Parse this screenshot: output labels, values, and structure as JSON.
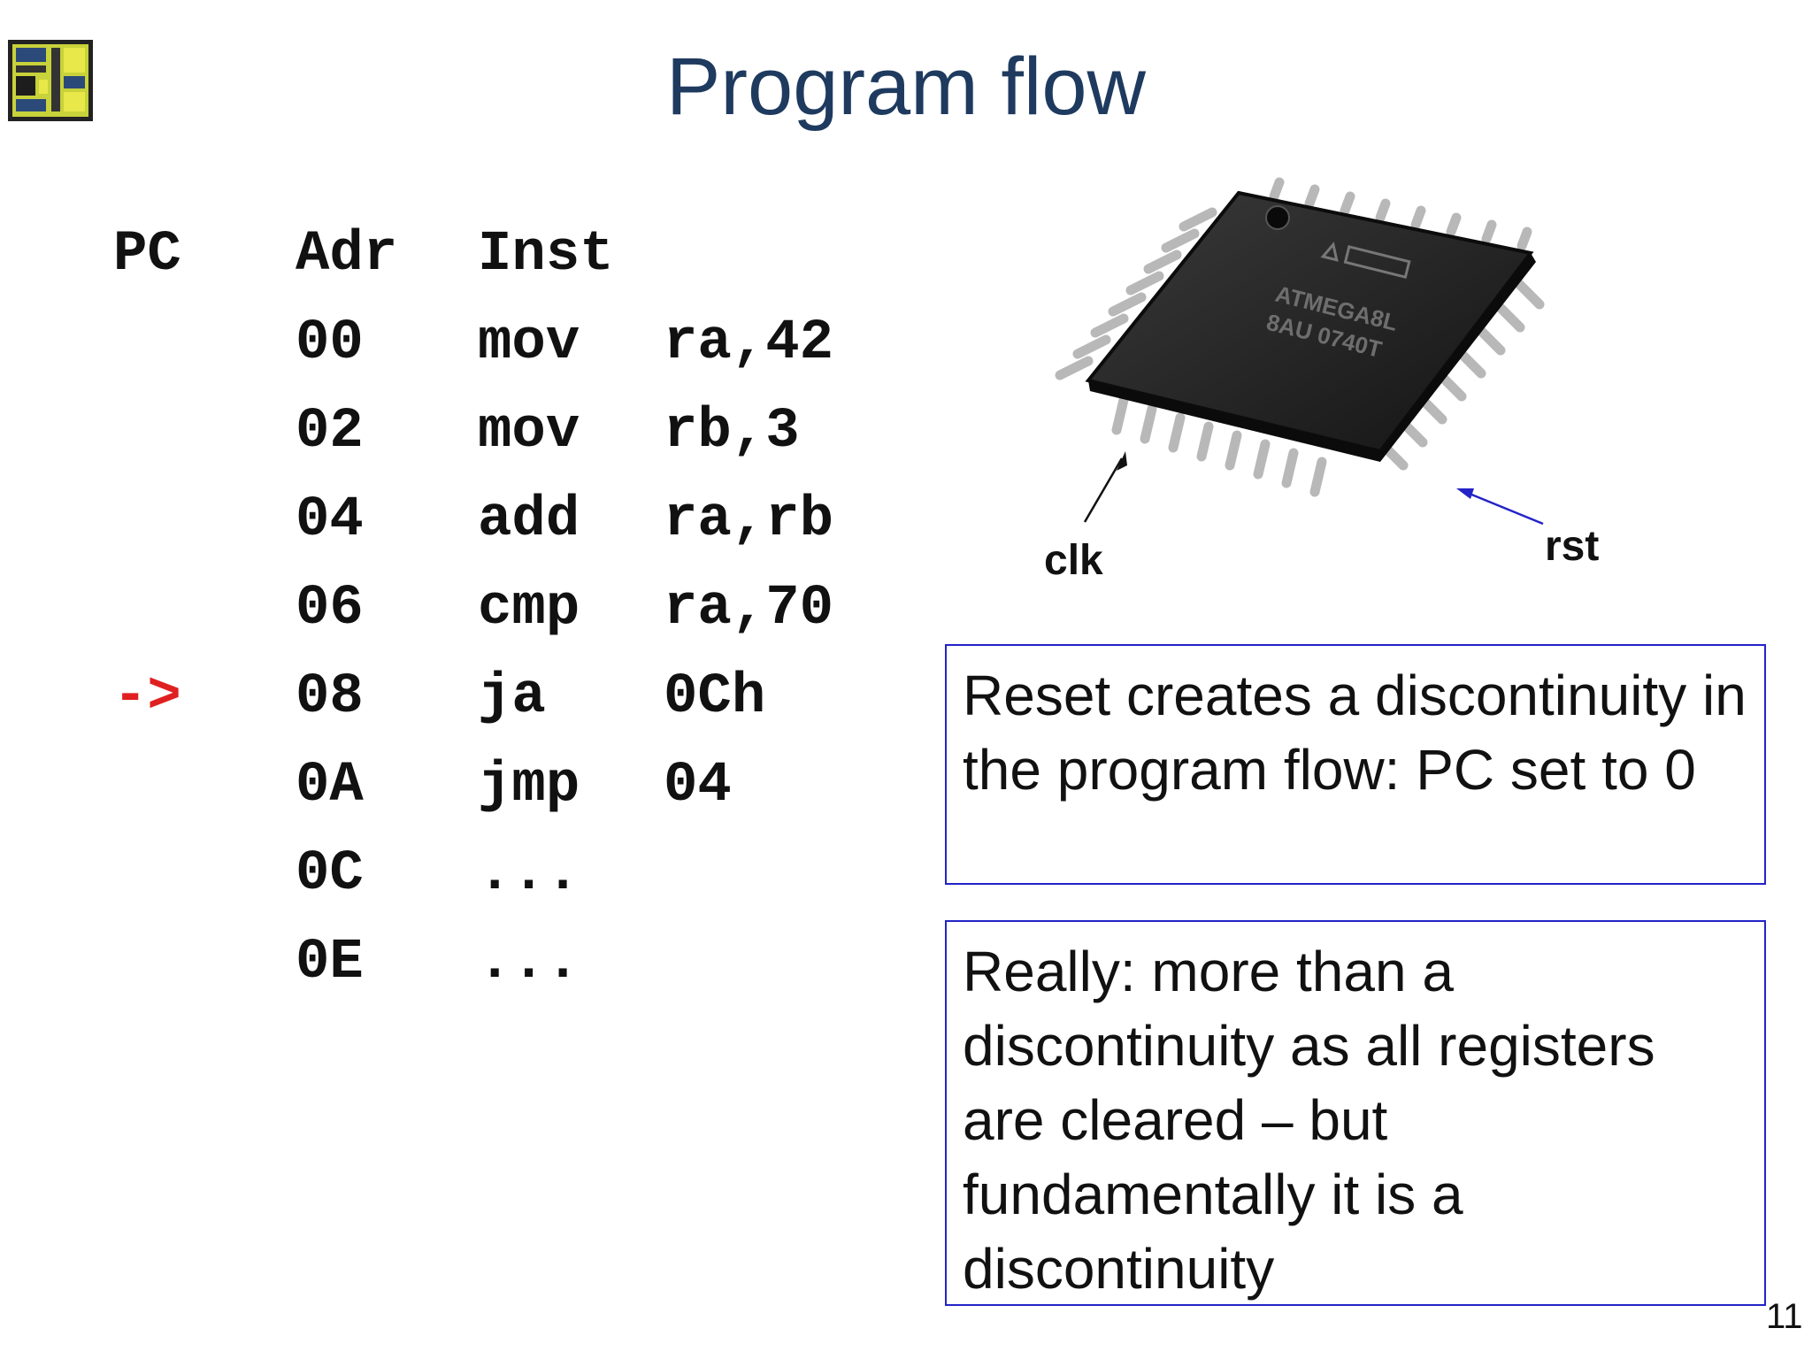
{
  "slide": {
    "title": "Program flow",
    "page_number": "11"
  },
  "program": {
    "headers": {
      "pc": "PC",
      "adr": "Adr",
      "inst": "Inst"
    },
    "pc_marker": "->",
    "rows": [
      {
        "adr": "00",
        "op": "mov",
        "arg": "ra,42"
      },
      {
        "adr": "02",
        "op": "mov",
        "arg": "rb,3"
      },
      {
        "adr": "04",
        "op": "add",
        "arg": "ra,rb"
      },
      {
        "adr": "06",
        "op": "cmp",
        "arg": "ra,70"
      },
      {
        "adr": "08",
        "op": "ja",
        "arg": "0Ch"
      },
      {
        "adr": "0A",
        "op": "jmp",
        "arg": "04"
      },
      {
        "adr": "0C",
        "op": "...",
        "arg": ""
      },
      {
        "adr": "0E",
        "op": "...",
        "arg": ""
      }
    ]
  },
  "chip": {
    "marking_line1": "ATMEGA8L",
    "marking_line2": "8AU 0740T",
    "clk_label": "clk",
    "rst_label": "rst"
  },
  "notes": {
    "reset": "Reset creates a discontinuity in the program flow: PC set to 0",
    "really": "Really: more than a discontinuity as all registers are cleared – but fundamentally it is a discontinuity"
  },
  "colors": {
    "title": "#1f3a5f",
    "pc_marker": "#e02020",
    "note_border": "#2323c8",
    "rst_arrow": "#2323c8"
  }
}
